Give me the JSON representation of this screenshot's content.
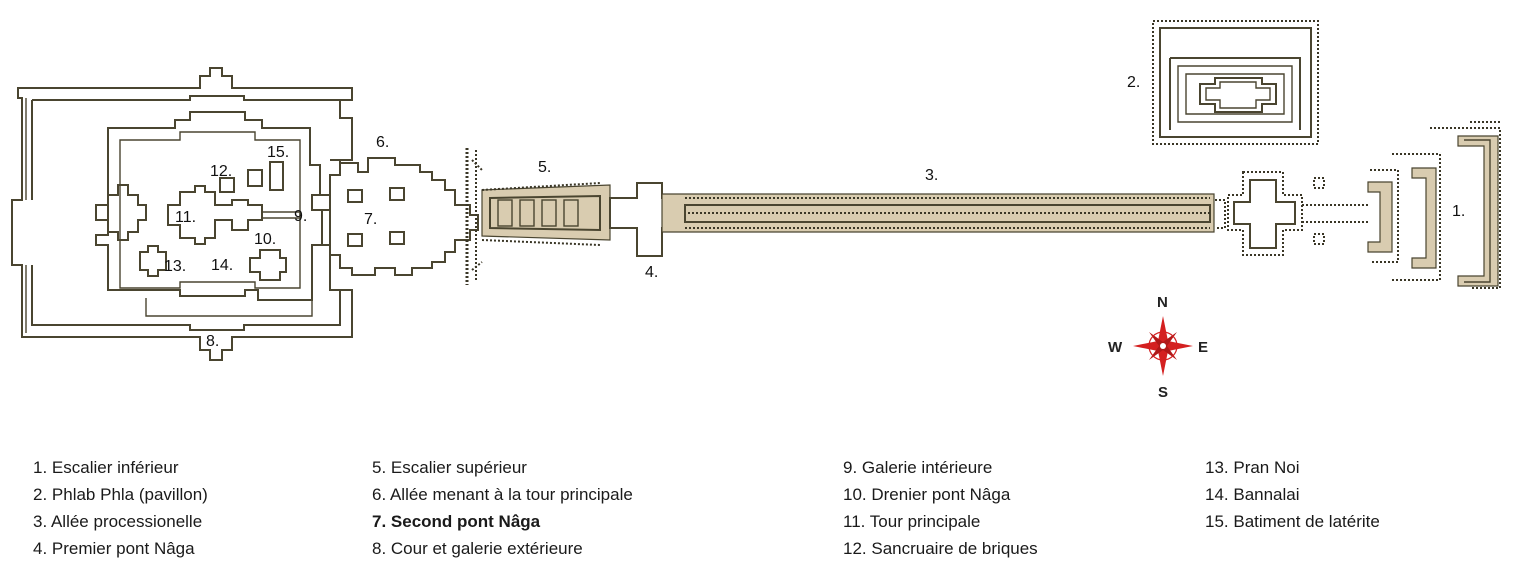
{
  "map_labels": {
    "n1": "1.",
    "n2": "2.",
    "n3": "3.",
    "n4": "4.",
    "n5": "5.",
    "n6": "6.",
    "n7": "7.",
    "n8": "8.",
    "n9": "9.",
    "n10": "10.",
    "n11": "11.",
    "n12": "12.",
    "n13": "13.",
    "n14": "14.",
    "n15": "15."
  },
  "compass": {
    "north": "N",
    "south": "S",
    "east": "E",
    "west": "W",
    "rose_color": "#d42020"
  },
  "legend": {
    "col1": [
      "1. Escalier inférieur",
      "2. Phlab Phla (pavillon)",
      "3. Allée processionelle",
      "4. Premier pont Nâga"
    ],
    "col2": [
      "5.  Escalier supérieur",
      "6. Allée menant à  la tour principale",
      "7. Second pont Nâga",
      "8. Cour et galerie extérieure"
    ],
    "col3": [
      "9. Galerie intérieure",
      "10. Drenier pont Nâga",
      "11. Tour principale",
      "12. Sancruaire de briques"
    ],
    "col4": [
      "13. Pran Noi",
      "14. Bannalai",
      "15. Batiment de latérite"
    ]
  },
  "colors": {
    "wall": "#4a4530",
    "stair_fill": "#d9ccb0",
    "text": "#1a1a1a"
  }
}
